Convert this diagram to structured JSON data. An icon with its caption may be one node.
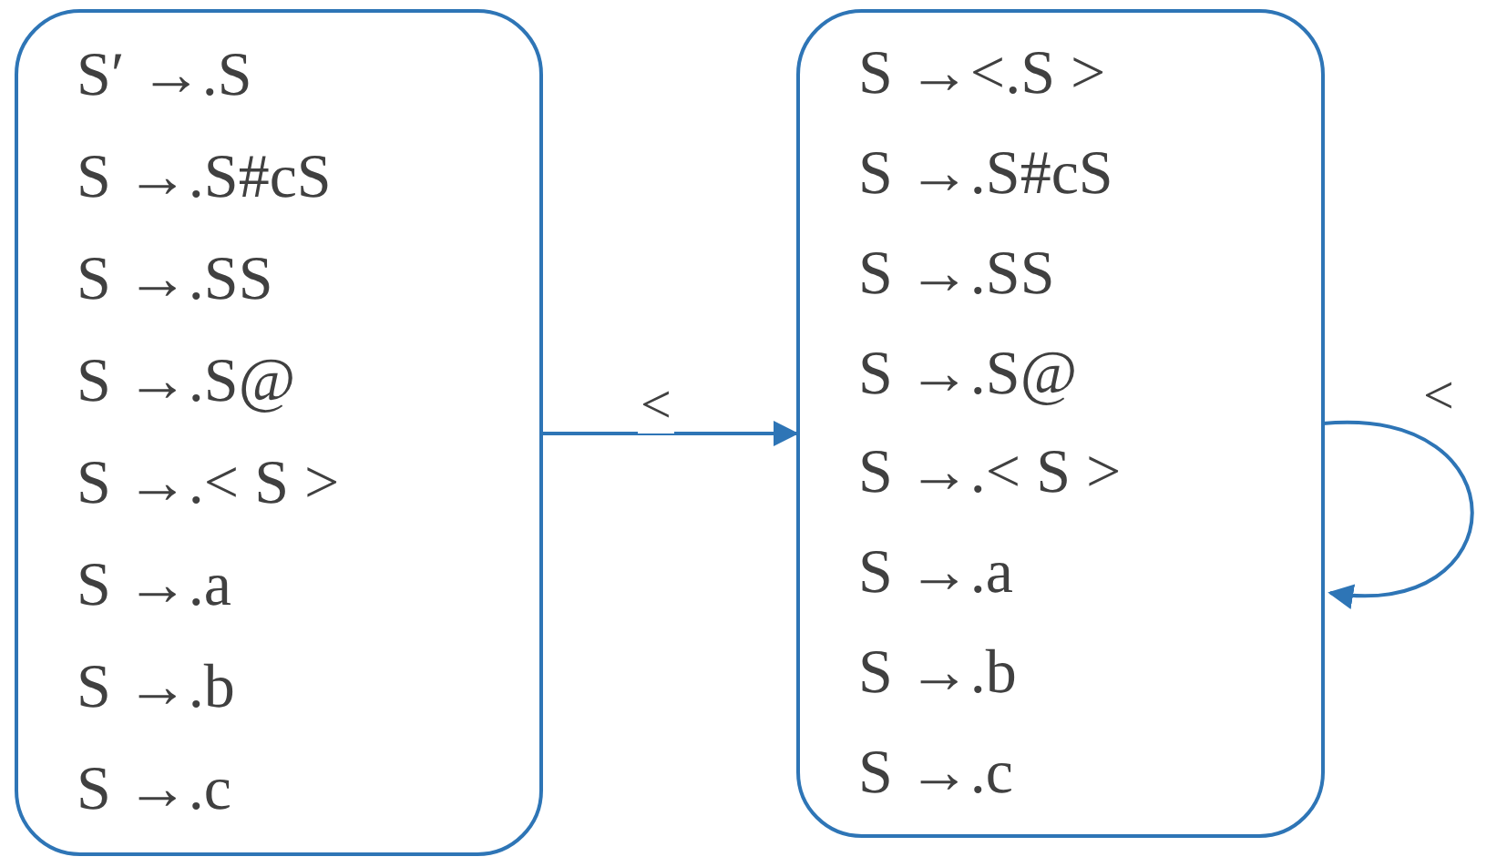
{
  "diagram": {
    "nodes": [
      {
        "text": [
          "S′ →.S",
          "S →.S#cS",
          "S →.SS",
          "S →.S@",
          "S →.< S >",
          "S →.a",
          "S →.b",
          "S →.c"
        ]
      },
      {
        "text": [
          "S →<.S >",
          "S →.S#cS",
          "S →.SS",
          "S →.S@",
          "S →.< S >",
          "S →.a",
          "S →.b",
          "S →.c"
        ]
      }
    ],
    "edges": [
      {
        "from": 0,
        "to": 1,
        "arrow": "to",
        "label": "<"
      },
      {
        "from": 1,
        "to": 1,
        "arrow": "to",
        "label": "<"
      }
    ]
  }
}
